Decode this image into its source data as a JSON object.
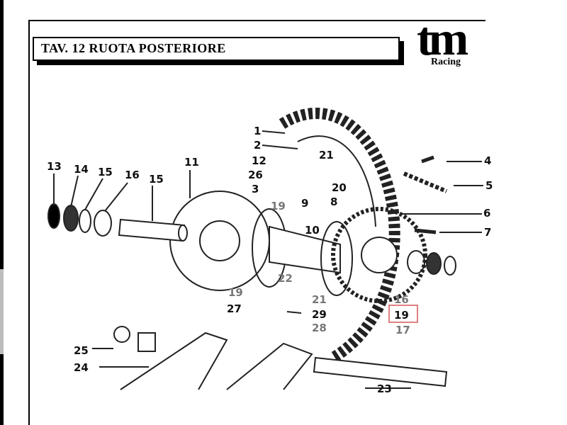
{
  "title": "TAV. 12 RUOTA POSTERIORE",
  "logo": {
    "mark": "tm",
    "sub": "Racing"
  },
  "callouts": [
    "1",
    "2",
    "3",
    "4",
    "5",
    "6",
    "7",
    "8",
    "9",
    "10",
    "11",
    "12",
    "13",
    "14",
    "15",
    "16",
    "15",
    "19",
    "21",
    "20",
    "26",
    "22",
    "21",
    "19",
    "27",
    "29",
    "28",
    "25",
    "24",
    "23",
    "16",
    "19",
    "17"
  ],
  "highlighted_callout": "19",
  "colors": {
    "ink": "#111111",
    "highlight": "#e08080"
  }
}
